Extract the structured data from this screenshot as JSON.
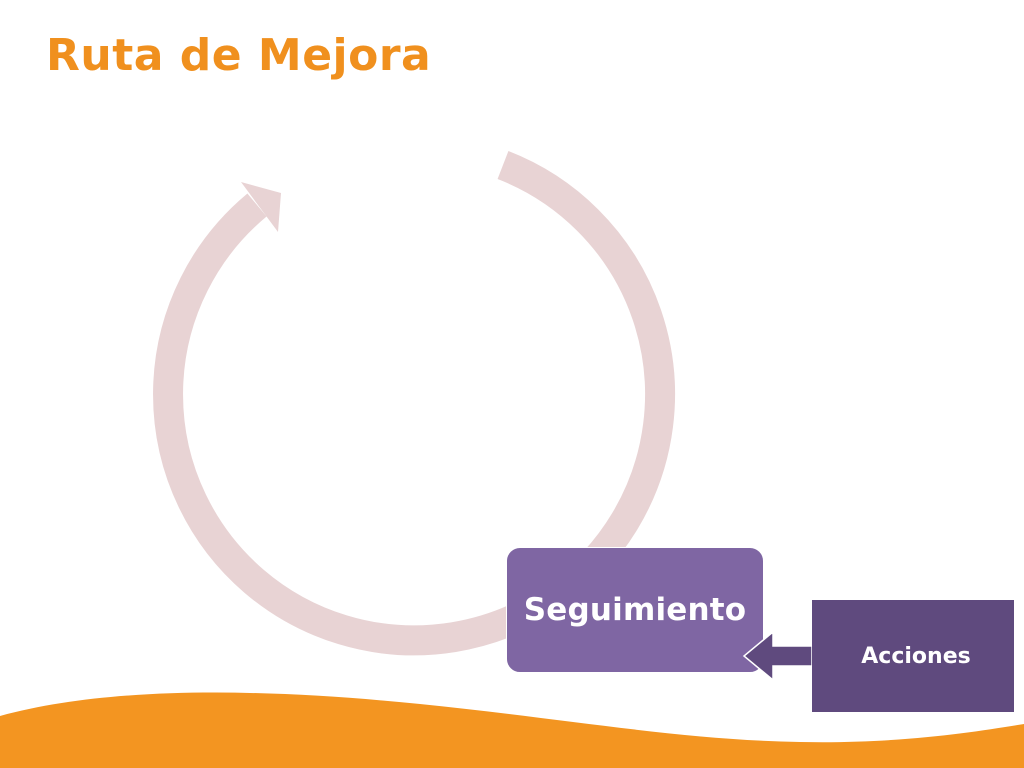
{
  "slide": {
    "title": "Ruta de Mejora"
  },
  "diagram": {
    "main_node": {
      "label": "Seguimiento"
    },
    "side_node": {
      "label": "Acciones"
    }
  },
  "colors": {
    "title": "#f0901e",
    "cycle_arrow": "#e8d3d4",
    "main_node": "#7f66a3",
    "side_node": "#5f4a7e",
    "wave": "#f39521"
  }
}
